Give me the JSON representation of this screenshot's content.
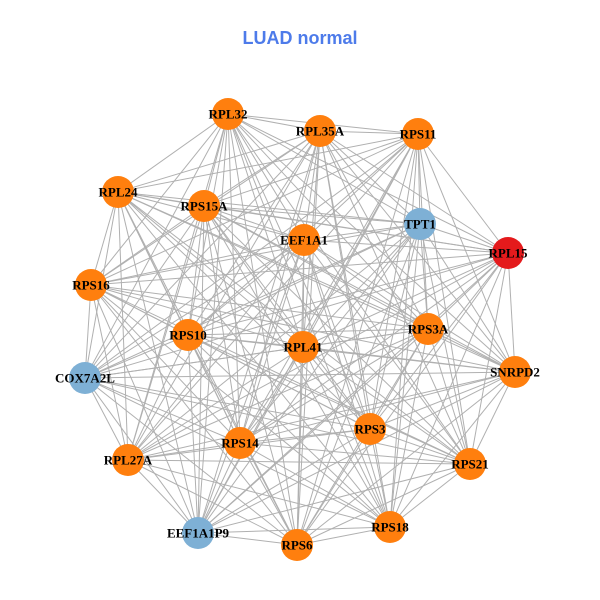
{
  "title": "LUAD normal",
  "colors": {
    "title": "#4D7BEA",
    "orange": "#FF7F0E",
    "blue": "#7EB0D5",
    "red": "#E41A1C",
    "edge": "#B0B0B0"
  },
  "edges": "all-pairs",
  "nodes": [
    {
      "id": "RPL32",
      "group": "orange"
    },
    {
      "id": "RPL35A",
      "group": "orange"
    },
    {
      "id": "RPS11",
      "group": "orange"
    },
    {
      "id": "RPL24",
      "group": "orange"
    },
    {
      "id": "RPS15A",
      "group": "orange"
    },
    {
      "id": "TPT1",
      "group": "blue"
    },
    {
      "id": "EEF1A1",
      "group": "orange"
    },
    {
      "id": "RPL15",
      "group": "red"
    },
    {
      "id": "RPS16",
      "group": "orange"
    },
    {
      "id": "RPS10",
      "group": "orange"
    },
    {
      "id": "RPL41",
      "group": "orange"
    },
    {
      "id": "RPS3A",
      "group": "orange"
    },
    {
      "id": "SNRPD2",
      "group": "orange"
    },
    {
      "id": "COX7A2L",
      "group": "blue"
    },
    {
      "id": "RPS3",
      "group": "orange"
    },
    {
      "id": "RPS14",
      "group": "orange"
    },
    {
      "id": "RPL27A",
      "group": "orange"
    },
    {
      "id": "RPS21",
      "group": "orange"
    },
    {
      "id": "RPS18",
      "group": "orange"
    },
    {
      "id": "EEF1A1P9",
      "group": "blue"
    },
    {
      "id": "RPS6",
      "group": "orange"
    }
  ]
}
